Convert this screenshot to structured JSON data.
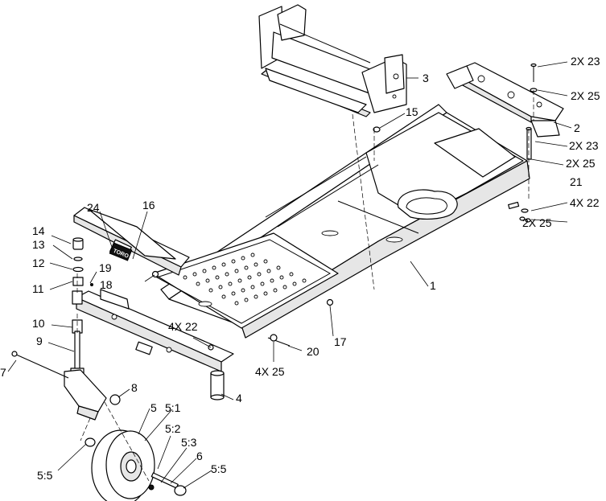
{
  "callouts": {
    "c1": "1",
    "c2": "2",
    "c3": "3",
    "c4": "4",
    "c5": "5",
    "c6": "6",
    "c7": "7",
    "c8": "8",
    "c9": "9",
    "c10": "10",
    "c11": "11",
    "c12": "12",
    "c13": "13",
    "c14": "14",
    "c15": "15",
    "c16": "16",
    "c17": "17",
    "c18": "18",
    "c19": "19",
    "c20": "20",
    "c21": "21",
    "c24": "24",
    "c2x23_top": "2X 23",
    "c2x25_top": "2X 25",
    "c2x23_mid": "2X 23",
    "c2x25_mid": "2X 25",
    "c4x22_right": "4X 22",
    "c2x25_low": "2X 25",
    "c4x22_left": "4X 22",
    "c4x25": "4X 25",
    "c5_1": "5:1",
    "c5_2": "5:2",
    "c5_3": "5:3",
    "c5_5_left": "5:5",
    "c5_5_right": "5:5"
  },
  "logo": {
    "text": "TORO"
  }
}
